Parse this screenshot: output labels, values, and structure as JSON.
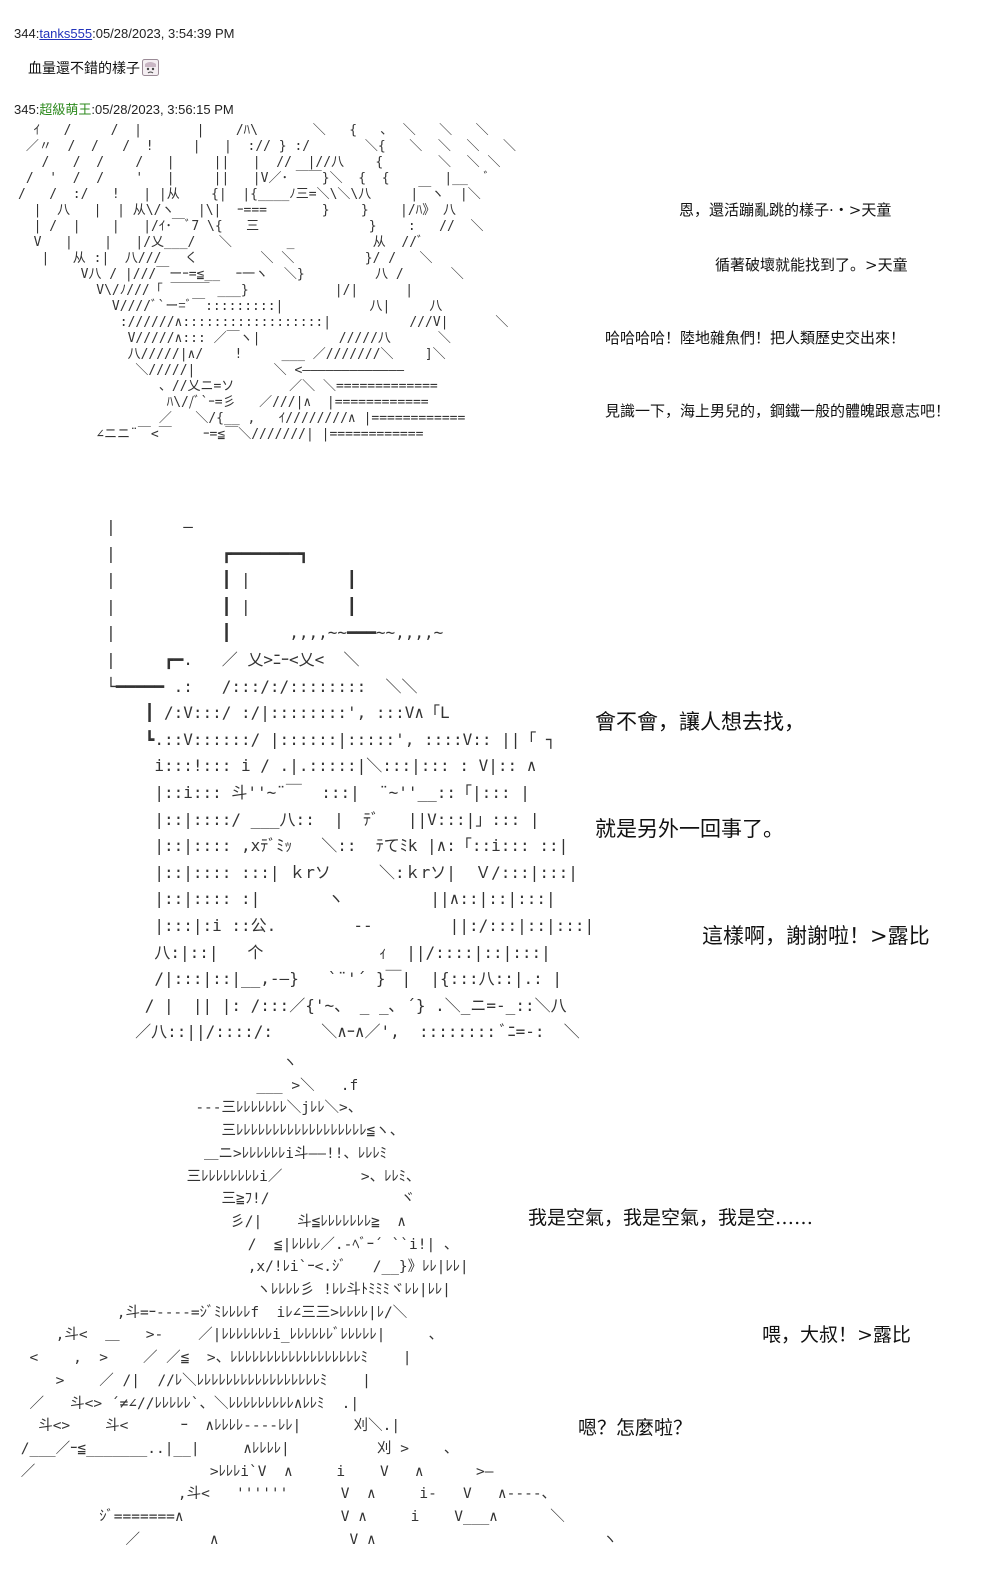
{
  "posts": [
    {
      "number": "344",
      "username": "tanks555",
      "datetime": "05/28/2023, 3:54:39 PM",
      "comment": "血量還不錯的樣子",
      "emote_icon": "sad-face-emote-icon"
    },
    {
      "number": "345",
      "username": "超級萌王",
      "datetime": "05/28/2023, 3:56:15 PM"
    }
  ],
  "separator": ":",
  "panels": {
    "panel1": {
      "art": "  ｲ   /     /  |       |    /ﾊ\\       ＼   {   ､  ＼   ＼   ＼\n ／〃  /  /   /  !     |   |  :// } :/       ＼{   ＼  ＼  ＼   ＼\n   /   /  /    /   |     ||   |  //  |//八    {       ＼  ＼ ＼\n /  '  /  /    '   |     ||   |V／･ ￣￣}＼  {  {       |__  ﾞ\n/   /  :/   !   | |从    {|  |{____ﾉ三=＼\\＼\\八     |￣ヽ  |＼\n  |  八   |  | 从\\/ヽ   |\\|  ｰ===       }    }    |/ﾊ》 八\n  | /  |    |   |/ｲ･￣ﾞ7 \\{   三              }    :   //  ＼\n  V   |    |   |/乂___/   ＼       _          从  //ﾞ\n   |   从 :|  八///   く        ＼ ＼         }/ /   ＼\n        V八 / |///￣ーｰ=≦__  ｰ一ヽ  ＼}         八 /      ＼\n          V\\/ﾉ///「 ￣￣￣ ___}           |/|      |\n            V////ﾞ`ー=ﾞ￣:::::::::|           八|     八\n             ://////∧::::::::::::::::::|          ///V|      ＼\n              V/////∧::: ／￣ヽ|          /////八      ＼\n              八/////|∧/    !     ___ ／///////＼    ]＼\n               ＼/////|          ＼ <―――――――――――――\n                  、//乂ニ=ソ       ／＼ ＼=============\n                   ﾊ\\//ﾞ`ｰ=彡   ／///|∧  |============\n                  ／   ＼/{__ ,   ｲ////////∧ |============\n          ∠ニニ¨￣<￣    ｰ=≦￣＼///////| |============",
      "lines": [
        "恩，還活蹦亂跳的樣子·‧>天童",
        "循著破壞就能找到了。>天童",
        "哈哈哈哈！陸地雜魚們！把人類歷史交出來！",
        "見識一下，海上男兒的，鋼鐵一般的體魄跟意志吧！"
      ]
    },
    "panel2": {
      "art": "     |       ―\n     |           ┏━━━━━━━┓\n     |           ┃ |          ┃\n     |           ┃ |          ┃\n     |           ┃      ,,,,~~━━━~~,,,,~\n     |     ┏━.   ／ 乂>ﾆｰ<乂<  ＼\n     └━━━━━ .:   /:::/:/::::::::  ＼＼\n         ┃ /:V:::/ :/|::::::::', :::V∧「L\n         ┗.::V::::::/ |::::::|:::::', ::::V:: ||「 ┐\n          i:::!::: i / .|.:::::|＼:::|::: : V|:: ∧\n          |::i::: 斗''~¨￣  :::|  ¨~''__::「|::: |\n          |::|::::/ ___八::  |  ﾃﾞ   ||V:::|」::: |\n          |::|:::: ,xﾃﾞﾐｯ   ＼::  ﾃてﾐk |∧:「::i::: ::|\n          |::|:::: :::| ｋrソ     ＼:ｋrソ|  Ｖ/:::|:::|\n          |::|:::: :|       ヽ         ||∧::|::|:::|\n          |:::|:i ::公.        -‐        ||:/:::|::|:::|\n          八:|::|   个            ｨ  ||/::::|::|:::|\n          /|:::|::|__,-―}   `¨'´ }￣|  |{:::八::|.: |\n         / |  || |: /:::／{'~、 _ _､ ´} .＼_ニ=‐_::＼八\n        ／八::||/::::/:     ＼∧ｰ∧／',  :::::::: ﾞﾆ=‐:  ＼",
      "lines": [
        "會不會，讓人想去找，",
        "就是另外一回事了。",
        "這樣啊，謝謝啦！>露比"
      ]
    },
    "panel3": {
      "art": "                               ヽ\n                            ___ >＼   .f\n                     ---三ﾚﾚﾚﾚﾚﾚﾚ＼jﾚﾚ＼>、\n                        三ﾚﾚﾚﾚﾚﾚﾚﾚﾚﾚﾚﾚﾚﾚﾚﾚﾚﾚ≦ヽ、\n                      ＿ニ>ﾚﾚﾚﾚﾚﾚi斗――!!、ﾚﾚﾚﾐ\n                    三ﾚﾚﾚﾚﾚﾚﾚﾚi／         >、ﾚﾚﾐ、\n                        三≧ﾌ!/               ヾ\n                         彡/|    斗≦ﾚﾚﾚﾚﾚﾚﾚ≧  ∧\n                           /  ≦|ﾚﾚﾚﾚ／.-ﾍﾞｰ´ ``i!| 、\n                           ,x/!ﾚi`ｰ<.ｼﾞ   /__}》ﾚﾚ|ﾚﾚ|\n                            ヽﾚﾚﾚﾚ彡 !ﾚﾚ斗ﾄﾐﾐﾐヾﾚﾚ|ﾚﾚ|\n            ,斗=ｰ----=ｼﾞﾐﾚﾚﾚﾚf  iﾚ∠三三>ﾚﾚﾚﾚ|ﾚ/＼\n     ,斗<  ＿   >-    ／|ﾚﾚﾚﾚﾚﾚﾚi_ﾚﾚﾚﾚﾚﾚﾞﾚﾚﾚﾚﾚ|     ､\n  <    ,  >    ／ ／≦  >、ﾚﾚﾚﾚﾚﾚﾚﾚﾚﾚﾚﾚﾚﾚﾚﾚﾚﾚﾐ    |\n     >    ／ /|  //ﾚ＼ﾚﾚﾚﾚﾚﾚﾚﾚﾚﾚﾚﾚﾚﾚﾚﾚﾚﾐ    |\n  ／   斗<> ´≠∠//ﾚﾚﾚﾚﾚ`、＼ﾚﾚﾚﾚﾚﾚﾚﾚﾚ∧ﾚﾚﾐ  .|\n   斗<>    斗<      ｰ  ∧ﾚﾚﾚﾚ----ﾚﾚ|      刈＼.|\n /___／ｰ≦_______..|__|     ∧ﾚﾚﾚﾚ|          刈 >    、\n ／                    >ﾚﾚﾚi`V  ∧     i    V   ∧      >―\n                   ,斗<   ''''''      V  ∧     i-   V   ∧----、\n          ｼﾞ=======∧                  V ∧     i    V___∧      ＼\n             ／        ∧               V ∧                          ヽ",
      "lines": [
        "我是空氣，我是空氣，我是空……",
        "喂，大叔！>露比",
        "嗯？怎麼啦？"
      ]
    }
  }
}
